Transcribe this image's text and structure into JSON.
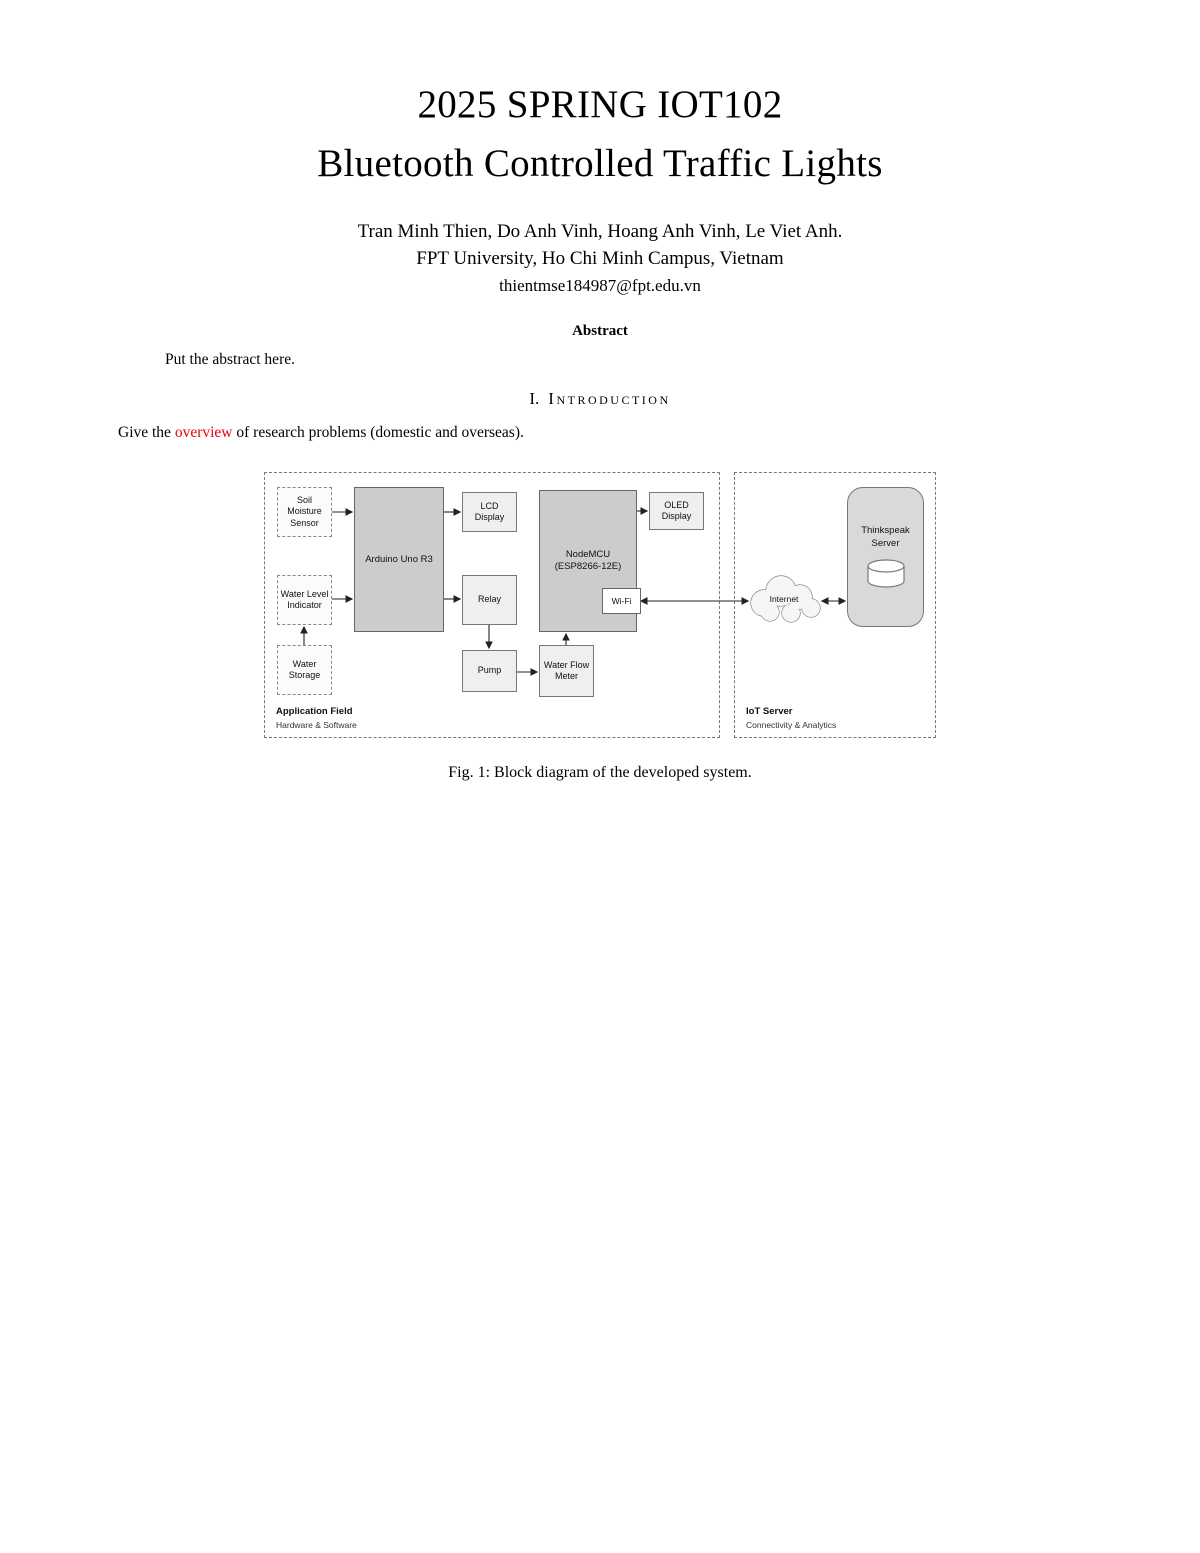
{
  "page": {
    "title_line1": "2025 SPRING IOT102",
    "title_line2": "Bluetooth Controlled Traffic Lights",
    "authors": "Tran Minh Thien, Do Anh Vinh, Hoang Anh Vinh, Le Viet Anh.",
    "affiliation": "FPT University, Ho Chi Minh Campus, Vietnam",
    "email": "thientmse184987@fpt.edu.vn",
    "abstract": {
      "heading": "Abstract",
      "body": "Put the abstract here."
    },
    "sections": {
      "introduction": {
        "number": "I.",
        "title": "Introduction",
        "body_before": "Give the ",
        "body_highlight": "overview",
        "body_after": " of research problems (domestic and overseas).",
        "highlight_color": "#e8000d"
      }
    },
    "figure": {
      "caption": "Fig. 1: Block diagram of the developed system."
    }
  },
  "diagram": {
    "panels": {
      "application_field": {
        "title": "Application Field",
        "subtitle": "Hardware & Software"
      },
      "iot_server": {
        "title": "IoT Server",
        "subtitle": "Connectivity & Analytics"
      }
    },
    "nodes": {
      "soil_moisture_sensor": "Soil Moisture Sensor",
      "arduino": "Arduino Uno R3",
      "lcd": "LCD Display",
      "nodemcu": "NodeMCU (ESP8266-12E)",
      "oled": "OLED Display",
      "water_level": "Water Level Indicator",
      "relay": "Relay",
      "wifi": "Wi-Fi",
      "water_storage": "Water Storage",
      "pump": "Pump",
      "flow_meter": "Water Flow Meter",
      "internet": "Internet",
      "thinkspeak": "Thinkspeak Server"
    }
  }
}
